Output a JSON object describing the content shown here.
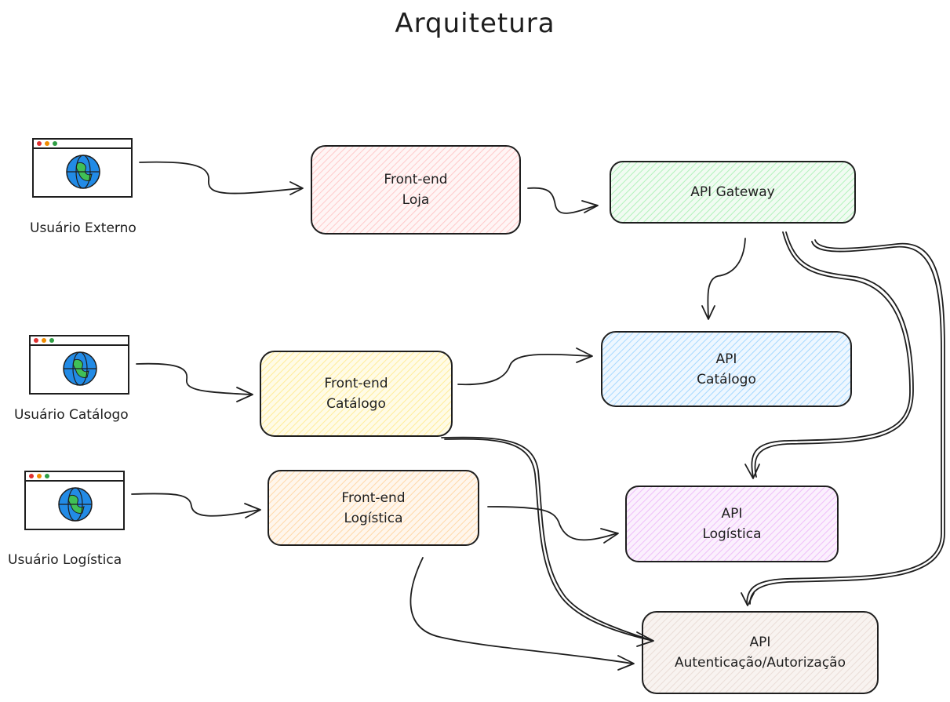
{
  "title": "Arquitetura",
  "users": [
    {
      "id": "externo",
      "label": "Usuário Externo"
    },
    {
      "id": "catalogo",
      "label": "Usuário Catálogo"
    },
    {
      "id": "logistica",
      "label": "Usuário Logística"
    }
  ],
  "boxes": {
    "frontend_loja": {
      "line1": "Front-end",
      "line2": "Loja",
      "fill": "#ffc9c9"
    },
    "api_gateway": {
      "line1": "API Gateway",
      "line2": "",
      "fill": "#b2f2bb"
    },
    "frontend_catalogo": {
      "line1": "Front-end",
      "line2": "Catálogo",
      "fill": "#ffec99"
    },
    "api_catalogo": {
      "line1": "API",
      "line2": "Catálogo",
      "fill": "#a5d8ff"
    },
    "frontend_logistica": {
      "line1": "Front-end",
      "line2": "Logística",
      "fill": "#ffd8a8"
    },
    "api_logistica": {
      "line1": "API",
      "line2": "Logística",
      "fill": "#eebefa"
    },
    "api_auth": {
      "line1": "API",
      "line2": "Autenticação/Autorização",
      "fill": "#eaddd7"
    }
  },
  "colors": {
    "stroke": "#1e1e1e",
    "globe_blue": "#228be6",
    "globe_green": "#40c057",
    "dot_red": "#e03131",
    "dot_yellow": "#f08c00",
    "dot_green": "#2f9e44"
  },
  "icons": [
    "browser-window-icon",
    "globe-icon"
  ]
}
